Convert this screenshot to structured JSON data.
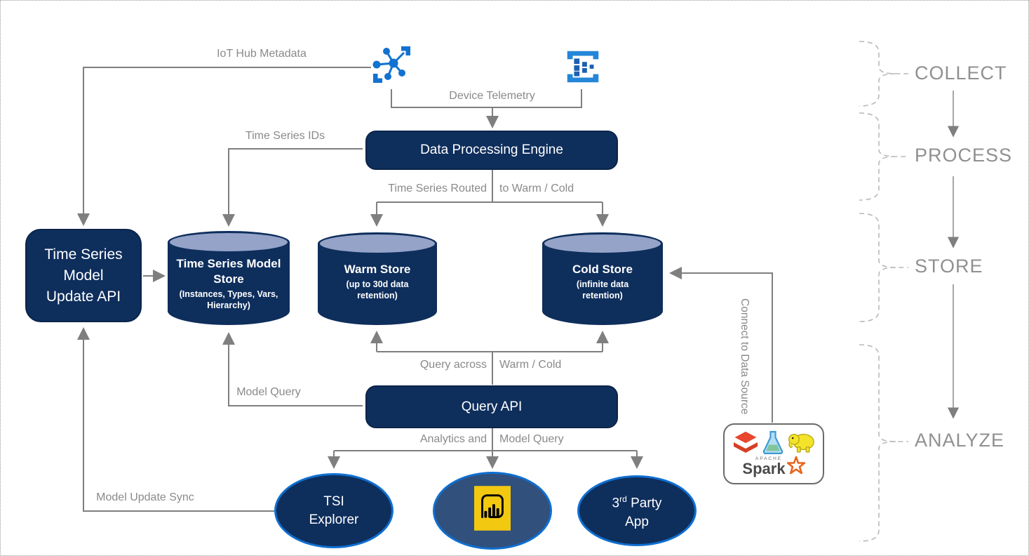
{
  "palette": {
    "navy": "#0e2e5c",
    "cylinder_top": "#94a3c7",
    "ellipse_border_blue": "#0f6fd0",
    "icon_blue": "#1272d0",
    "line_gray": "#7f7f7f",
    "label_gray": "#8a8a8a",
    "powerbi_yellow": "#f2c811",
    "databricks_red": "#e8472e",
    "spark_orange": "#e8651c"
  },
  "edges": {
    "iot_hub_metadata": "IoT Hub Metadata",
    "device_telemetry": "Device Telemetry",
    "time_series_ids": "Time Series IDs",
    "routed_left": "Time Series Routed",
    "routed_right": "to Warm / Cold",
    "query_across_left": "Query across",
    "query_across_right": "Warm / Cold",
    "model_query": "Model Query",
    "analytics_left": "Analytics and",
    "analytics_right": "Model Query",
    "model_update_sync": "Model Update Sync",
    "connect_to_data_source": "Connect to Data Source"
  },
  "nodes": {
    "data_processing_engine": {
      "label": "Data Processing Engine"
    },
    "query_api": {
      "label": "Query API"
    },
    "update_api": {
      "label": "Time Series Model Update API"
    },
    "model_store": {
      "title": "Time Series Model Store",
      "subtitle": "(Instances, Types, Vars, Hierarchy)"
    },
    "warm_store": {
      "title": "Warm Store",
      "subtitle": "(up to 30d data retention)"
    },
    "cold_store": {
      "title": "Cold Store",
      "subtitle": "(infinite data retention)"
    },
    "tsi_explorer": {
      "label": "TSI Explorer"
    },
    "third_party_app": {
      "num": "3",
      "ordinal": "rd",
      "rest": "Party",
      "line2": "App"
    },
    "analytics_tools": {
      "apache_label": "APACHE",
      "spark_label": "Spark"
    }
  },
  "stages": [
    {
      "label": "COLLECT"
    },
    {
      "label": "PROCESS"
    },
    {
      "label": "STORE"
    },
    {
      "label": "ANALYZE"
    }
  ]
}
